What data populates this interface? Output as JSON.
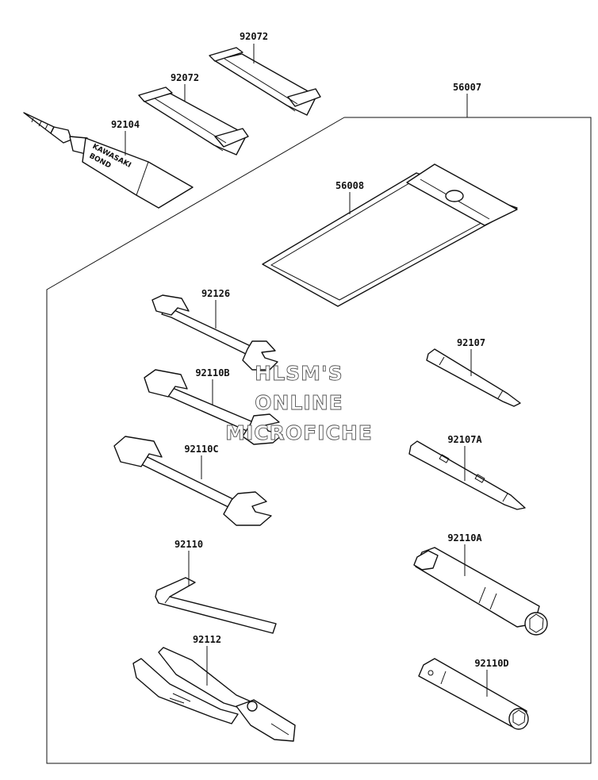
{
  "parts": {
    "strap_a": "92072",
    "strap_b": "92072",
    "tool_kit": "56007",
    "bond": "92104",
    "tool_bag": "56008",
    "wrench_a": "92126",
    "wrench_b": "92110B",
    "wrench_c": "92110C",
    "hex_key": "92110",
    "pliers": "92112",
    "screwdriver_a": "92107",
    "screwdriver_b": "92107A",
    "box_wrench_a": "92110A",
    "box_wrench_b": "92110D"
  },
  "tube_label": {
    "line1": "KAWASAKI",
    "line2": "BOND"
  },
  "watermark": {
    "line1": "HLSM'S",
    "line2": "ONLINE",
    "line3": "MICROFICHE"
  }
}
